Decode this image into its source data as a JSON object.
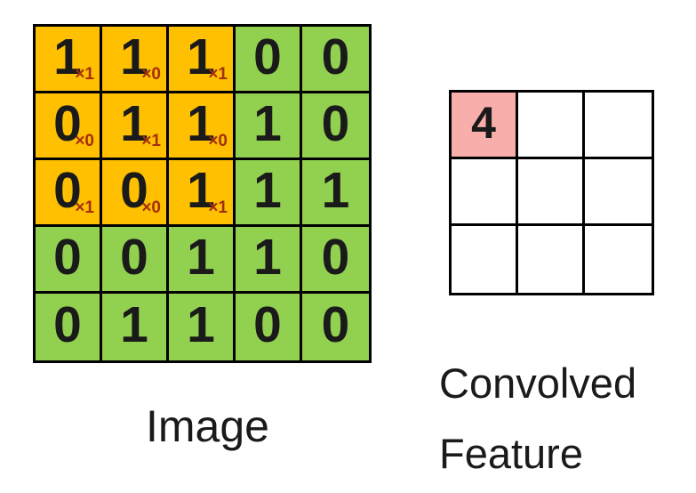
{
  "diagram": {
    "type": "convolution-illustration"
  },
  "colors": {
    "orange": "#FEC001",
    "green": "#92D050",
    "pink": "#F8AEAA",
    "kernel_red": "#A52F0B",
    "grid_line": "#000000",
    "digit": "#1A1A1A",
    "background": "#FFFFFF"
  },
  "image_grid": {
    "label": "Image",
    "rows": 5,
    "cols": 5,
    "values": [
      [
        1,
        1,
        1,
        0,
        0
      ],
      [
        0,
        1,
        1,
        1,
        0
      ],
      [
        0,
        0,
        1,
        1,
        1
      ],
      [
        0,
        0,
        1,
        1,
        0
      ],
      [
        0,
        1,
        1,
        0,
        0
      ]
    ],
    "kernel_overlay": {
      "row_start": 0,
      "col_start": 0,
      "rows": 3,
      "cols": 3,
      "multipliers": [
        [
          "×1",
          "×0",
          "×1"
        ],
        [
          "×0",
          "×1",
          "×0"
        ],
        [
          "×1",
          "×0",
          "×1"
        ]
      ]
    }
  },
  "convolved_grid": {
    "label": "Convolved Feature",
    "rows": 3,
    "cols": 3,
    "values": [
      [
        "4",
        "",
        ""
      ],
      [
        "",
        "",
        ""
      ],
      [
        "",
        "",
        ""
      ]
    ],
    "highlighted_cell": {
      "row": 0,
      "col": 0,
      "value": "4"
    }
  }
}
